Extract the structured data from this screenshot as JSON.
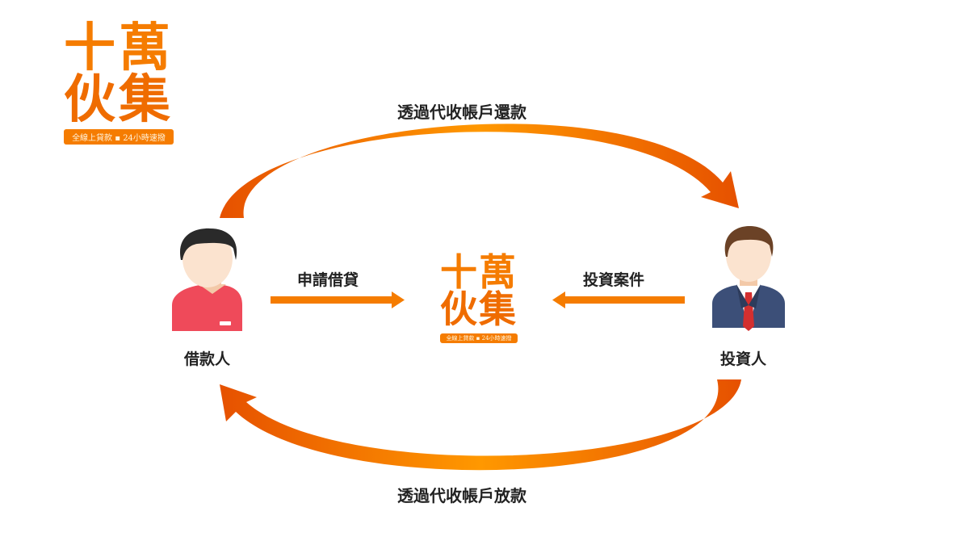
{
  "brand": {
    "name_line1": "十萬",
    "name_line2": "伙集",
    "slogan": "全線上貸款 ▪ 24小時速撥"
  },
  "colors": {
    "orange": "#f57c00",
    "orange_dark": "#e65100",
    "text": "#222222",
    "borrower_shirt": "#ef4a5a",
    "investor_suit": "#3c4f78",
    "investor_tie": "#d32f2f"
  },
  "diagram": {
    "repay_label": "透過代收帳戶還款",
    "disburse_label": "透過代收帳戶放款",
    "apply_label": "申請借貸",
    "cases_label": "投資案件",
    "borrower_label": "借款人",
    "investor_label": "投資人"
  },
  "icons": {
    "borrower": "person-icon",
    "investor": "businessman-icon"
  }
}
